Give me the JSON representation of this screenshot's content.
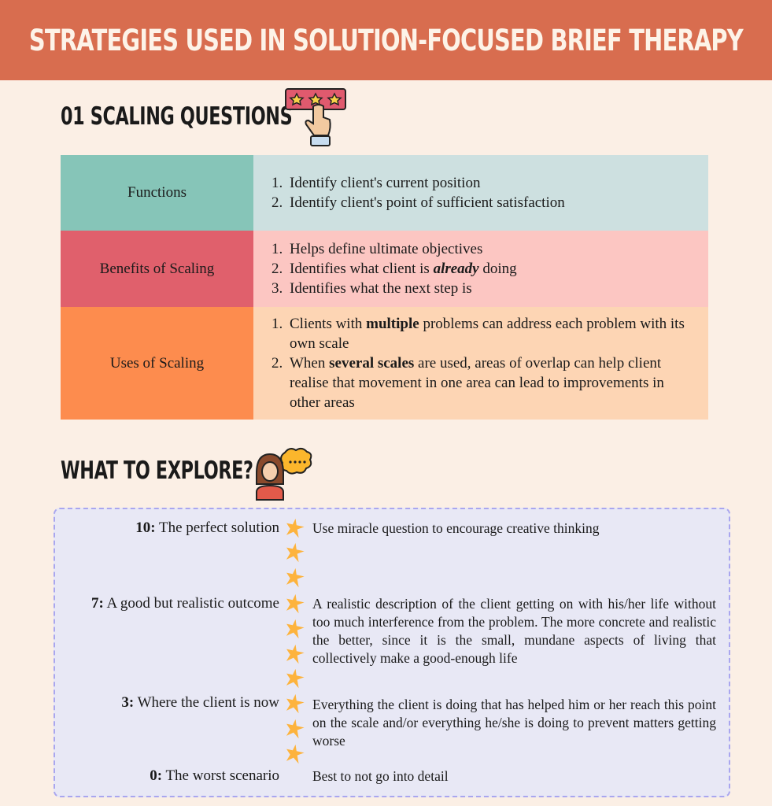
{
  "title": "STRATEGIES USED IN SOLUTION-FOCUSED BRIEF THERAPY",
  "section1": {
    "heading": "01 SCALING QUESTIONS",
    "icon": "rating-stars-hand-icon"
  },
  "table": [
    {
      "label": "Functions",
      "items": [
        "Identify client's current position",
        "Identify client's point of sufficient satisfaction"
      ],
      "label_color": "#86c5b8",
      "value_color": "#cde0e0"
    },
    {
      "label": "Benefits of Scaling",
      "items": [
        "Helps define ultimate objectives",
        [
          "Identifies what client is ",
          "already",
          " doing"
        ],
        "Identifies what the next step is"
      ],
      "label_color": "#e0606c",
      "value_color": "#fcc6c2"
    },
    {
      "label": "Uses of Scaling",
      "items": [
        [
          "Clients with ",
          "multiple",
          " problems can address each problem with its own scale"
        ],
        [
          "When ",
          "several scales",
          " are used, areas of overlap can help client realise that movement in one area can lead to improvements in other areas"
        ]
      ],
      "label_color": "#fd8c4e",
      "value_color": "#fdd5b4"
    }
  ],
  "section2": {
    "heading": "WHAT TO EXPLORE?",
    "icon": "thinking-woman-icon"
  },
  "scale": [
    {
      "num": "10:",
      "label": " The perfect solution",
      "desc": "Use miracle question to encourage creative thinking"
    },
    {
      "num": "7:",
      "label": " A good but realistic outcome",
      "desc": "A realistic description of the client getting on with his/her life without too much interference from the problem. The more concrete and realistic the better, since it is the small, mundane aspects of living that collectively make a good-enough life"
    },
    {
      "num": "3:",
      "label": " Where the client is now",
      "desc": "Everything the client is doing that has helped him or her reach this point on the scale and/or everything he/she is doing to prevent matters getting worse"
    },
    {
      "num": "0:",
      "label": " The worst scenario",
      "desc": "Best to not go into detail"
    }
  ],
  "star_count": 10
}
